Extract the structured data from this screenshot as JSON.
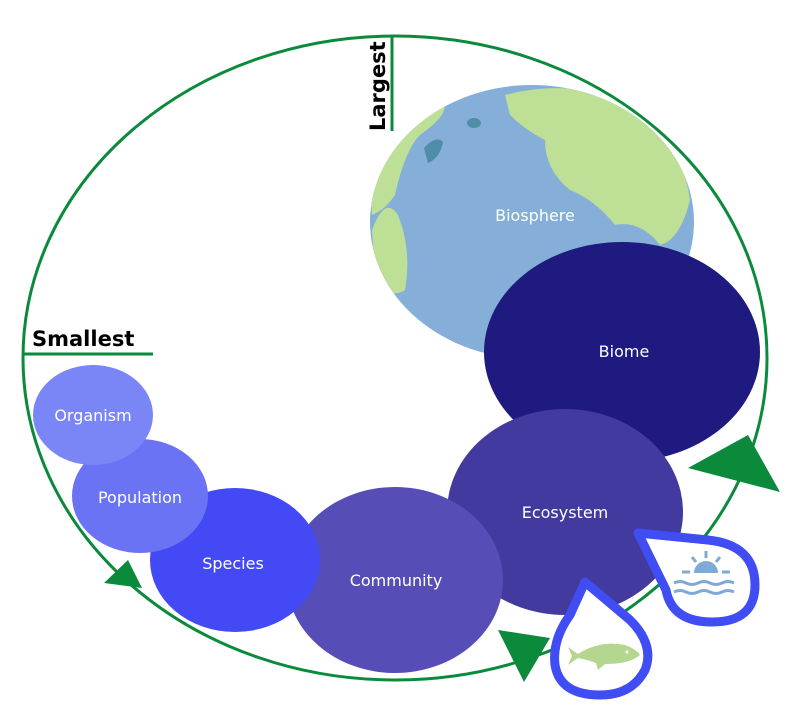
{
  "title": "Levels of ecological organization",
  "labels": {
    "largest": "Largest",
    "smallest": "Smallest"
  },
  "levels": [
    {
      "name": "Organism",
      "color": "#7b86f6"
    },
    {
      "name": "Population",
      "color": "#6a73f4"
    },
    {
      "name": "Species",
      "color": "#4249f5"
    },
    {
      "name": "Community",
      "color": "#574db6"
    },
    {
      "name": "Ecosystem",
      "color": "#433a9f"
    },
    {
      "name": "Biome",
      "color": "#1f1a80"
    },
    {
      "name": "Biosphere",
      "color": "#85afd9"
    }
  ],
  "colors": {
    "cycle": "#0b8a3c",
    "land": "#bddf96",
    "drop_border": "#3f4df2",
    "fish": "#b4d68f",
    "sun": "#7fa9d6"
  },
  "icons": [
    "fish-icon",
    "sun-over-water-icon"
  ]
}
